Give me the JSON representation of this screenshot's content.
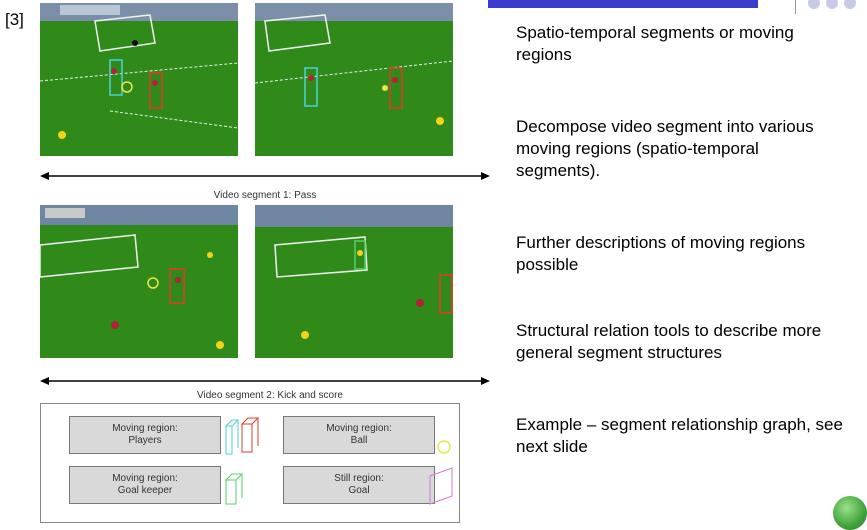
{
  "reference": "[3]",
  "figure": {
    "segment1_caption": "Video segment 1: Pass",
    "segment2_caption": "Video segment 2: Kick and score",
    "legend": [
      {
        "label": "Moving region:\nPlayers"
      },
      {
        "label": "Moving region:\nBall"
      },
      {
        "label": "Moving region:\nGoal keeper"
      },
      {
        "label": "Still region:\nGoal"
      }
    ]
  },
  "bullets": [
    "Spatio-temporal segments or moving regions",
    "Decompose video segment into various moving regions (spatio-temporal segments).",
    "Further descriptions of moving regions possible",
    "Structural relation tools to describe more general segment structures",
    "Example – segment relationship graph, see next slide"
  ],
  "colors": {
    "header_accent": "#3a3acb",
    "pitch_green": "#2f8a1a",
    "region_red": "#e23b2a",
    "region_cyan": "#4fd0d8",
    "region_yellow": "#e8e84a",
    "region_magenta": "#d47ad8",
    "region_green": "#55d06a"
  }
}
